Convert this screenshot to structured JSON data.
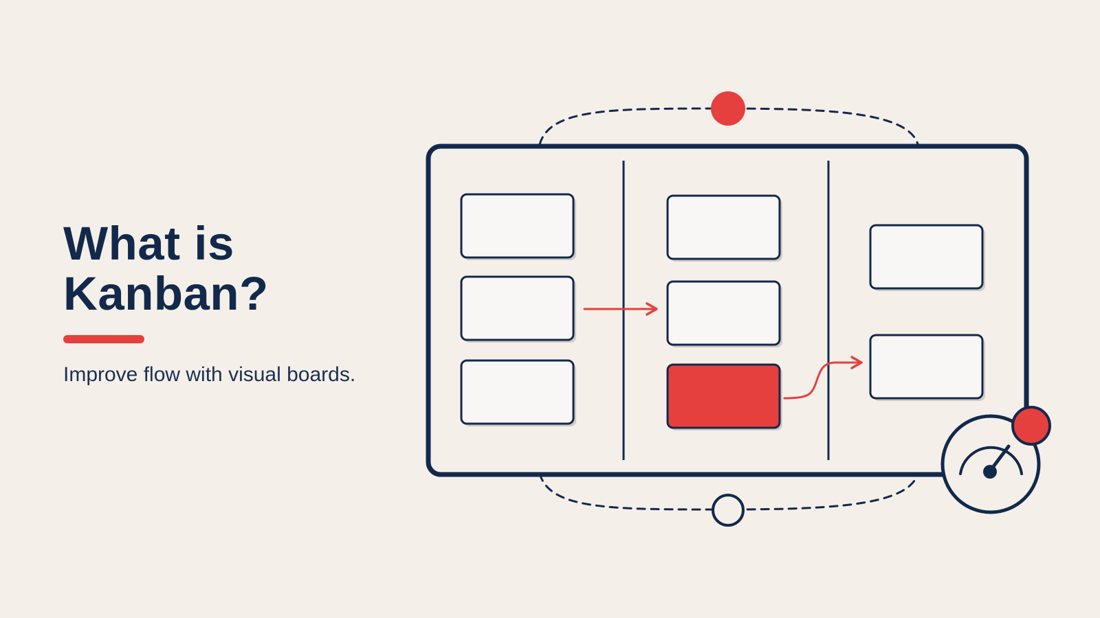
{
  "slide": {
    "title_line_1": "What is",
    "title_line_2": "Kanban?",
    "subtitle": "Improve flow with visual boards."
  },
  "diagram": {
    "columns": [
      {
        "cards": 3,
        "highlighted_card": null
      },
      {
        "cards": 3,
        "highlighted_card": 3
      },
      {
        "cards": 2,
        "highlighted_card": null
      }
    ],
    "icons": [
      "cycle-top-dot-icon",
      "cycle-bottom-ring-icon",
      "speedometer-icon",
      "speed-indicator-dot-icon",
      "flow-arrow-icon"
    ]
  },
  "colors": {
    "background": "#f4f0e9",
    "navy": "#13294b",
    "accent_red": "#e5403e",
    "card_fill": "#f8f7f5"
  }
}
